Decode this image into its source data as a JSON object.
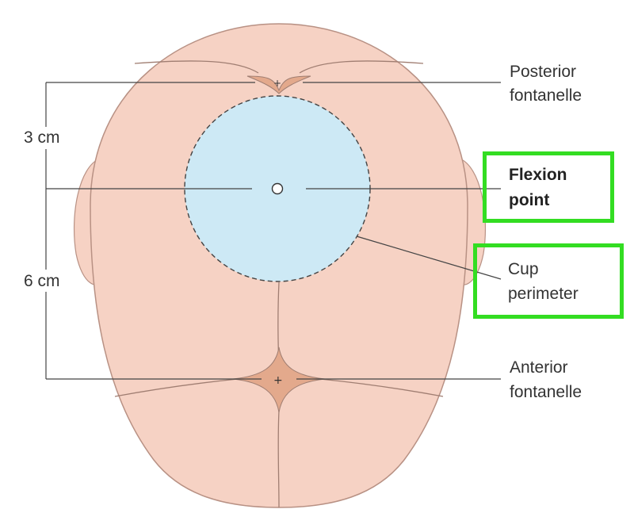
{
  "labels": {
    "posterior_fontanelle": [
      "Posterior",
      "fontanelle"
    ],
    "flexion_point": [
      "Flexion",
      "point"
    ],
    "cup_perimeter": [
      "Cup",
      "perimeter"
    ],
    "anterior_fontanelle": [
      "Anterior",
      "fontanelle"
    ],
    "dimension_upper": "3 cm",
    "dimension_lower": "6 cm"
  },
  "highlighted": [
    "flexion_point",
    "cup_perimeter"
  ],
  "colors": {
    "skin": "#f6d2c4",
    "skin_outline": "#b89184",
    "suture": "#a07e72",
    "fontanelle": "#e3a98c",
    "cup_fill": "#cde9f5",
    "cup_border": "#444444",
    "leader_line": "#444444",
    "highlight_box": "#33dd22"
  }
}
